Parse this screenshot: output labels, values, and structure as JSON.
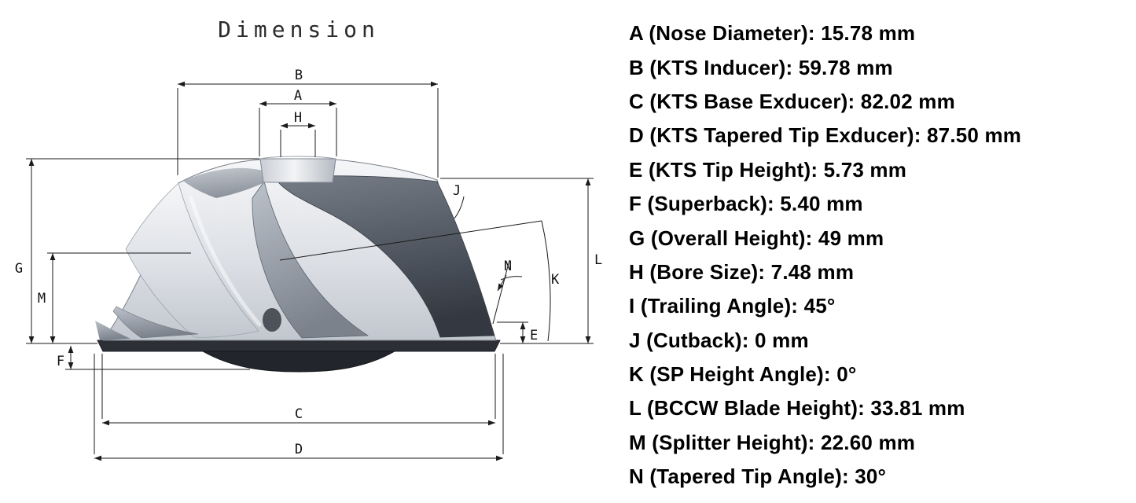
{
  "title": "Dimension",
  "colors": {
    "background": "#ffffff",
    "text": "#000000",
    "dimension_line": "#1a1a1a",
    "metal_light": "#eef0f3",
    "metal_mid": "#9aa1ab",
    "metal_dark": "#353a42"
  },
  "dims": {
    "A": "A",
    "B": "B",
    "C": "C",
    "D": "D",
    "E": "E",
    "F": "F",
    "G": "G",
    "H": "H",
    "J": "J",
    "K": "K",
    "L": "L",
    "M": "M",
    "N": "N"
  },
  "specs": [
    {
      "letter": "A",
      "name": "Nose Diameter",
      "value": "15.78 mm",
      "text": "A (Nose Diameter): 15.78 mm"
    },
    {
      "letter": "B",
      "name": "KTS Inducer",
      "value": "59.78 mm",
      "text": "B (KTS Inducer): 59.78 mm"
    },
    {
      "letter": "C",
      "name": "KTS Base Exducer",
      "value": "82.02 mm",
      "text": "C (KTS Base Exducer): 82.02 mm"
    },
    {
      "letter": "D",
      "name": "KTS Tapered Tip Exducer",
      "value": "87.50 mm",
      "text": "D (KTS Tapered Tip Exducer): 87.50 mm"
    },
    {
      "letter": "E",
      "name": "KTS Tip Height",
      "value": "5.73 mm",
      "text": "E (KTS Tip Height): 5.73 mm"
    },
    {
      "letter": "F",
      "name": "Superback",
      "value": "5.40 mm",
      "text": "F (Superback): 5.40 mm"
    },
    {
      "letter": "G",
      "name": "Overall Height",
      "value": "49 mm",
      "text": "G (Overall Height): 49 mm"
    },
    {
      "letter": "H",
      "name": "Bore Size",
      "value": "7.48 mm",
      "text": "H (Bore Size): 7.48 mm"
    },
    {
      "letter": "I",
      "name": "Trailing Angle",
      "value": "45°",
      "text": "I (Trailing Angle): 45°"
    },
    {
      "letter": "J",
      "name": "Cutback",
      "value": "0 mm",
      "text": "J (Cutback): 0 mm"
    },
    {
      "letter": "K",
      "name": "SP Height Angle",
      "value": "0°",
      "text": "K (SP Height Angle): 0°"
    },
    {
      "letter": "L",
      "name": "BCCW Blade Height",
      "value": "33.81 mm",
      "text": "L (BCCW Blade Height): 33.81 mm"
    },
    {
      "letter": "M",
      "name": "Splitter Height",
      "value": "22.60 mm",
      "text": "M (Splitter Height): 22.60 mm"
    },
    {
      "letter": "N",
      "name": "Tapered Tip Angle",
      "value": "30°",
      "text": "N (Tapered Tip Angle): 30°"
    }
  ]
}
